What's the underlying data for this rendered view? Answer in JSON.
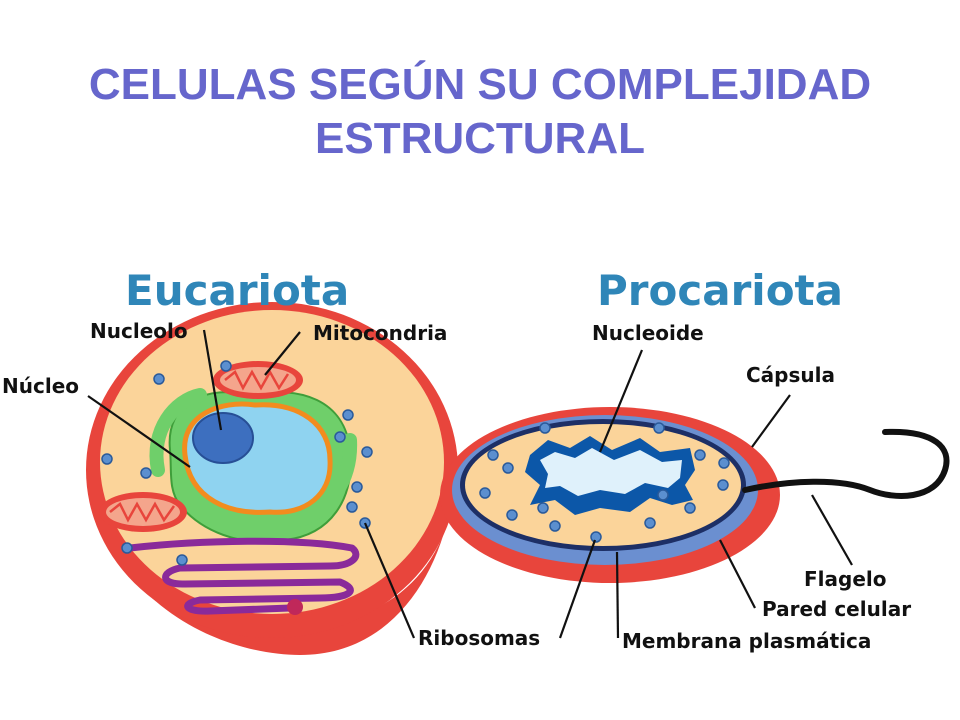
{
  "title": {
    "line1": "CELULAS SEGÚN SU COMPLEJIDAD",
    "line2": "ESTRUCTURAL"
  },
  "eukaryote": {
    "heading": "Eucariota",
    "labels": {
      "nucleolo": "Nucleolo",
      "mitocondria": "Mitocondria",
      "nucleo": "Núcleo",
      "ribosomas": "Ribosomas"
    }
  },
  "prokaryote": {
    "heading": "Procariota",
    "labels": {
      "nucleoide": "Nucleoide",
      "capsula": "Cápsula",
      "flagelo": "Flagelo",
      "pared": "Pared celular",
      "membrana": "Membrana plasmática"
    }
  },
  "colors": {
    "title": "#6666cc",
    "heading": "#2f86b8",
    "cell_outer": "#e8453c",
    "cytoplasm": "#fbd49a",
    "nucleus": "#8fd3f0",
    "er": "#6fcf6a",
    "golgi": "#8a2a9a"
  }
}
